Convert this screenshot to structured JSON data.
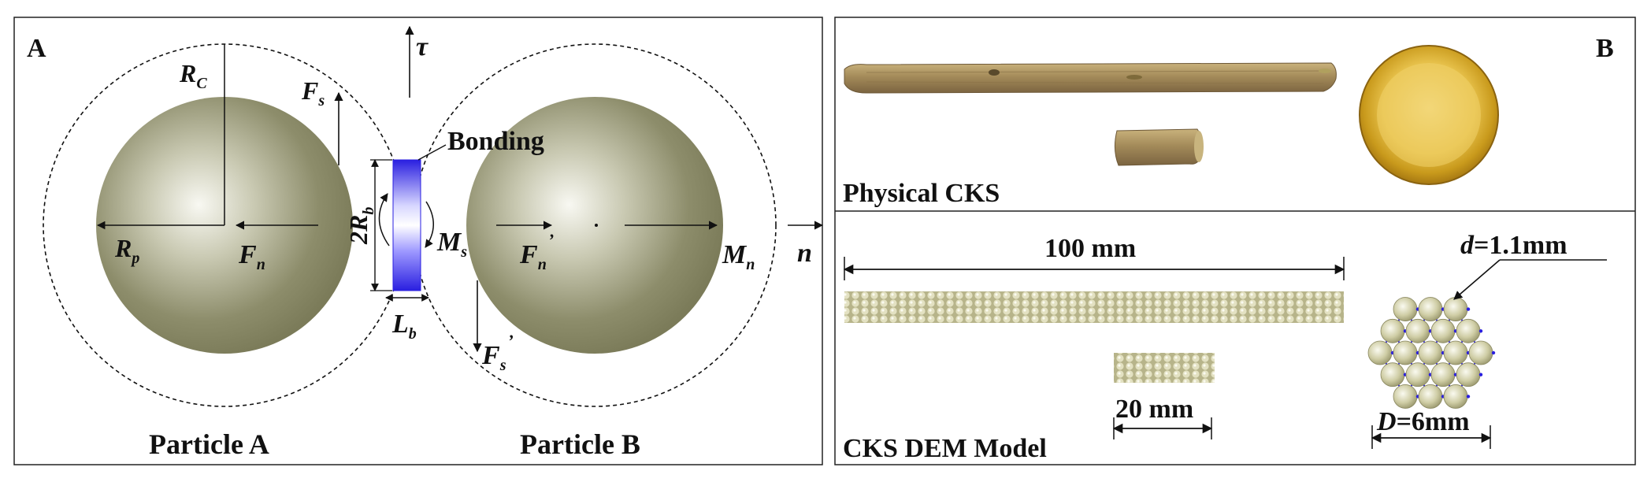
{
  "panel_a": {
    "letter": "A",
    "axis_tau": "τ",
    "axis_n": "n",
    "bonding_label": "Bonding",
    "label_rc": {
      "main": "R",
      "sub": "C"
    },
    "label_rp": {
      "main": "R",
      "sub": "p"
    },
    "label_fs": {
      "main": "F",
      "sub": "s"
    },
    "label_fn": {
      "main": "F",
      "sub": "n"
    },
    "label_2rb": {
      "main": "2R",
      "sub": "b"
    },
    "label_ms": {
      "main": "M",
      "sub": "s"
    },
    "label_fn_prime": {
      "main": "F",
      "sub": "n",
      "prime": "’"
    },
    "label_mn": {
      "main": "M",
      "sub": "n"
    },
    "label_lb": {
      "main": "L",
      "sub": "b"
    },
    "label_fs_prime": {
      "main": "F",
      "sub": "s",
      "prime": "’"
    },
    "particle_a_label": "Particle A",
    "particle_b_label": "Particle B",
    "colors": {
      "particle": "#868663",
      "particle_highlight": "#f6f6ee",
      "bond": "#2b21e0"
    }
  },
  "panel_b": {
    "letter": "B",
    "physical_label": "Physical CKS",
    "model_label": "CKS DEM Model",
    "dim_100": "100 mm",
    "dim_20": "20 mm",
    "dim_d_small": {
      "var": "d",
      "value": "=1.1mm"
    },
    "dim_d_big": {
      "var": "D",
      "value": "=6mm"
    },
    "colors": {
      "stalk": "#a08a5c",
      "pith": "#e2b93f",
      "dem_sphere": "#cfcda5"
    }
  }
}
